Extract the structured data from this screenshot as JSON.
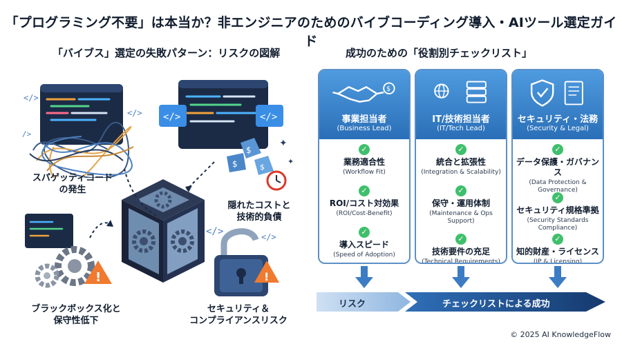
{
  "title": "「プログラミング不要」は本当か？非エンジニアのためのバイブコーディング導入・AIツール選定ガイド",
  "left": {
    "title": "「バイブス」選定の失敗パターン：リスクの図解",
    "labels": {
      "spaghetti": [
        "スパゲッティコード",
        "の発生"
      ],
      "hidden_cost": [
        "隠れたコストと",
        "技術的負債"
      ],
      "blackbox": [
        "ブラックボックス化と",
        "保守性低下"
      ],
      "security": [
        "セキュリティ＆",
        "コンプライアンスリスク"
      ]
    }
  },
  "right": {
    "title": "成功のための「役割別チェックリスト」",
    "columns": [
      {
        "name": "事業担当者",
        "sub": "(Business Lead)",
        "icon": "handshake-icon",
        "items": [
          {
            "title": "業務適合性",
            "sub": "(Workflow Fit)"
          },
          {
            "title": "ROI/コスト対効果",
            "sub": "(ROI/Cost-Benefit)"
          },
          {
            "title": "導入スピード",
            "sub": "(Speed of Adoption)"
          }
        ]
      },
      {
        "name": "IT/技術担当者",
        "sub": "(IT/Tech Lead)",
        "icon": "network-server-icon",
        "items": [
          {
            "title": "統合と拡張性",
            "sub": "(Integration & Scalability)"
          },
          {
            "title": "保守・運用体制",
            "sub": "(Maintenance & Ops Support)"
          },
          {
            "title": "技術要件の充足",
            "sub": "(Technical Requirements)"
          }
        ]
      },
      {
        "name": "セキュリティ・法務",
        "sub": "(Security & Legal)",
        "icon": "shield-document-icon",
        "items": [
          {
            "title": "データ保護・ガバナンス",
            "sub": "(Data Protection & Governance)"
          },
          {
            "title": "セキュリティ規格準拠",
            "sub": "(Security Standards Compliance)"
          },
          {
            "title": "知的財産・ライセンス",
            "sub": "(IP & Licensing)"
          }
        ]
      }
    ],
    "flow": {
      "risk": "リスク",
      "success": "チェックリストによる成功"
    }
  },
  "colors": {
    "accent": "#2a6fb7",
    "check": "#3fbf6c",
    "warning": "#f5a623",
    "alert": "#e94b3c"
  },
  "copyright": "© 2025 AI KnowledgeFlow"
}
